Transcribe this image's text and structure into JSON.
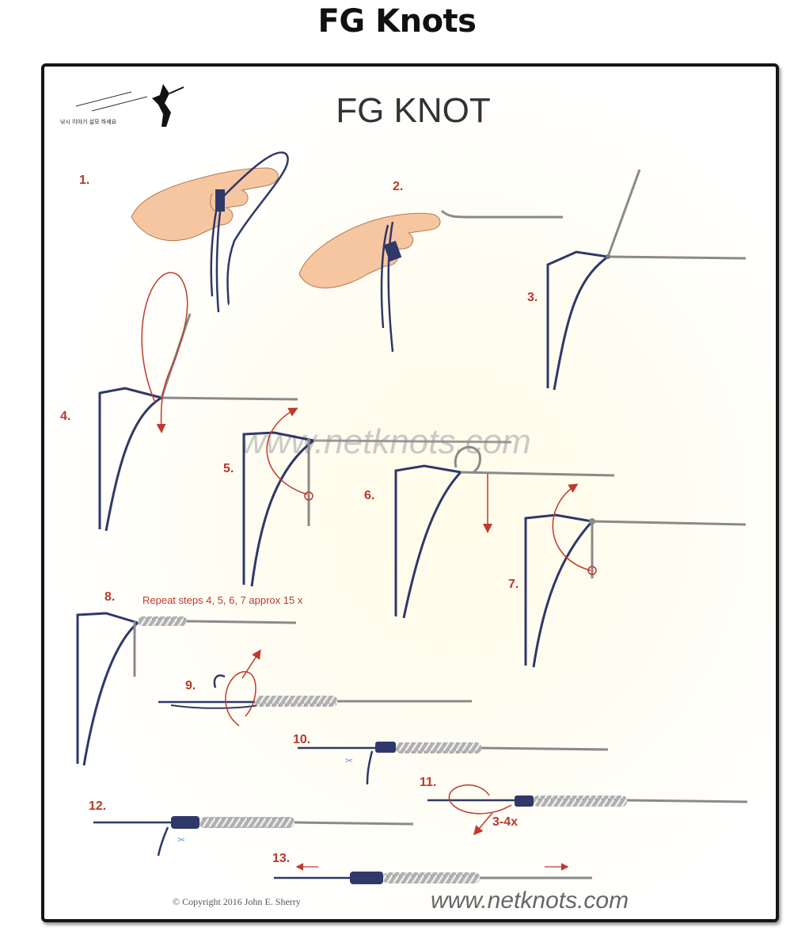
{
  "page_title": "FG Knots",
  "diagram": {
    "heading": "FG KNOT",
    "watermark": "www.netknots.com",
    "step_labels": [
      "1.",
      "2.",
      "3.",
      "4.",
      "5.",
      "6.",
      "7.",
      "8.",
      "9.",
      "10.",
      "11.",
      "12.",
      "13."
    ],
    "repeat_note": "Repeat steps 4, 5, 6, 7 approx 15 x",
    "wrap_count": "3-4x",
    "copyright": "© Copyright 2016 John E. Sherry",
    "footer_url": "www.netknots.com",
    "logo_text": "낚시 이야기 설모 하세요"
  },
  "colors": {
    "braid": "#2f3868",
    "leader": "#8a8a8a",
    "arrow": "#c0392b",
    "skin": "#f6c6a0",
    "heading": "#333333"
  }
}
